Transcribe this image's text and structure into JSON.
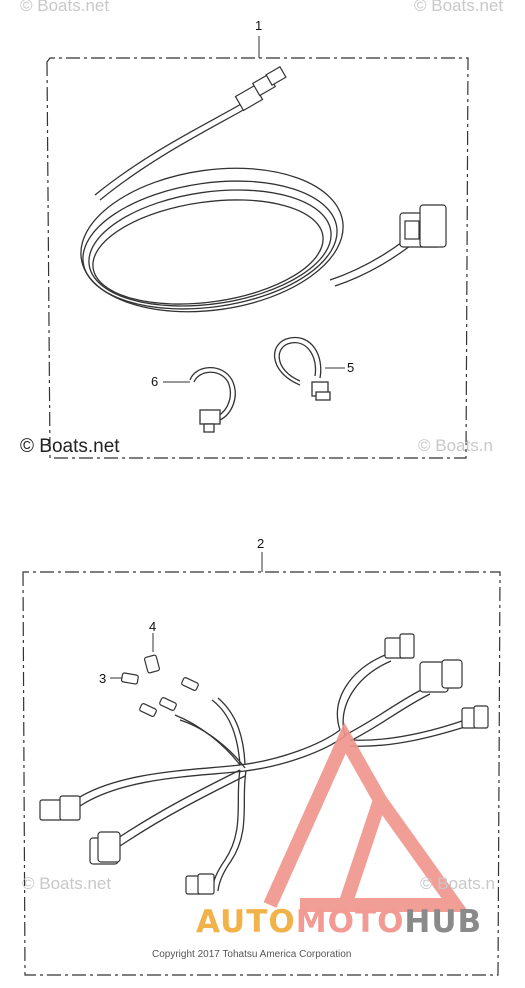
{
  "watermarks": {
    "top_left": "© Boats.net",
    "top_right": "© Boats.net",
    "mid_left": "© Boats.net",
    "mid_right": "© Boats.n",
    "bottom_left": "© Boats.net",
    "bottom_right": "© Boats.n"
  },
  "callouts": {
    "part1": "1",
    "part2": "2",
    "part3": "3",
    "part4": "4",
    "part5": "5",
    "part6": "6"
  },
  "copyright": "Copyright 2017 Tohatsu America Corporation",
  "brand": {
    "part_a": "AUTO",
    "part_b": "MOTO",
    "part_c": "HUB",
    "colors": {
      "auto": "#f2b24a",
      "moto": "#f39a93",
      "hub": "#8a8a8a",
      "logo": "#f0948c"
    }
  }
}
